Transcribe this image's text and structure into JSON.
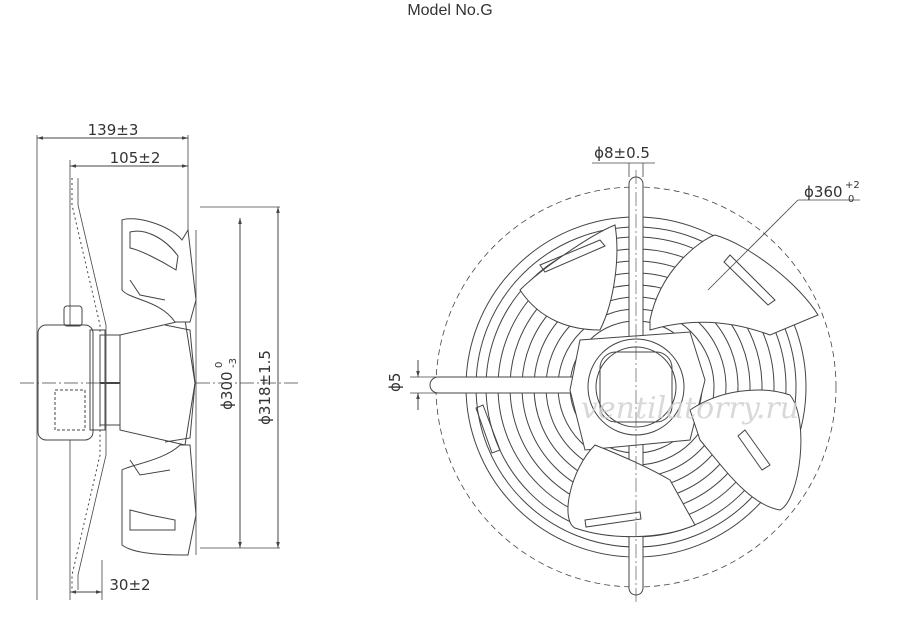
{
  "title": "Model No.G",
  "side_view": {
    "dim_overall_depth": "139±3",
    "dim_guard_depth": "105±2",
    "dim_flange_depth": "30±2",
    "dim_blade_dia_prefix": "ϕ300",
    "dim_blade_dia_tol_upper": "0",
    "dim_blade_dia_tol_lower": "-3",
    "dim_guard_dia": "ϕ318±1.5"
  },
  "front_view": {
    "dim_rod_dia": "ϕ8±0.5",
    "dim_outer_dia_prefix": "ϕ360",
    "dim_outer_dia_tol_upper": "+2",
    "dim_outer_dia_tol_lower": "0",
    "dim_slot": "ϕ5"
  },
  "watermark": "ventilatorry.ru"
}
